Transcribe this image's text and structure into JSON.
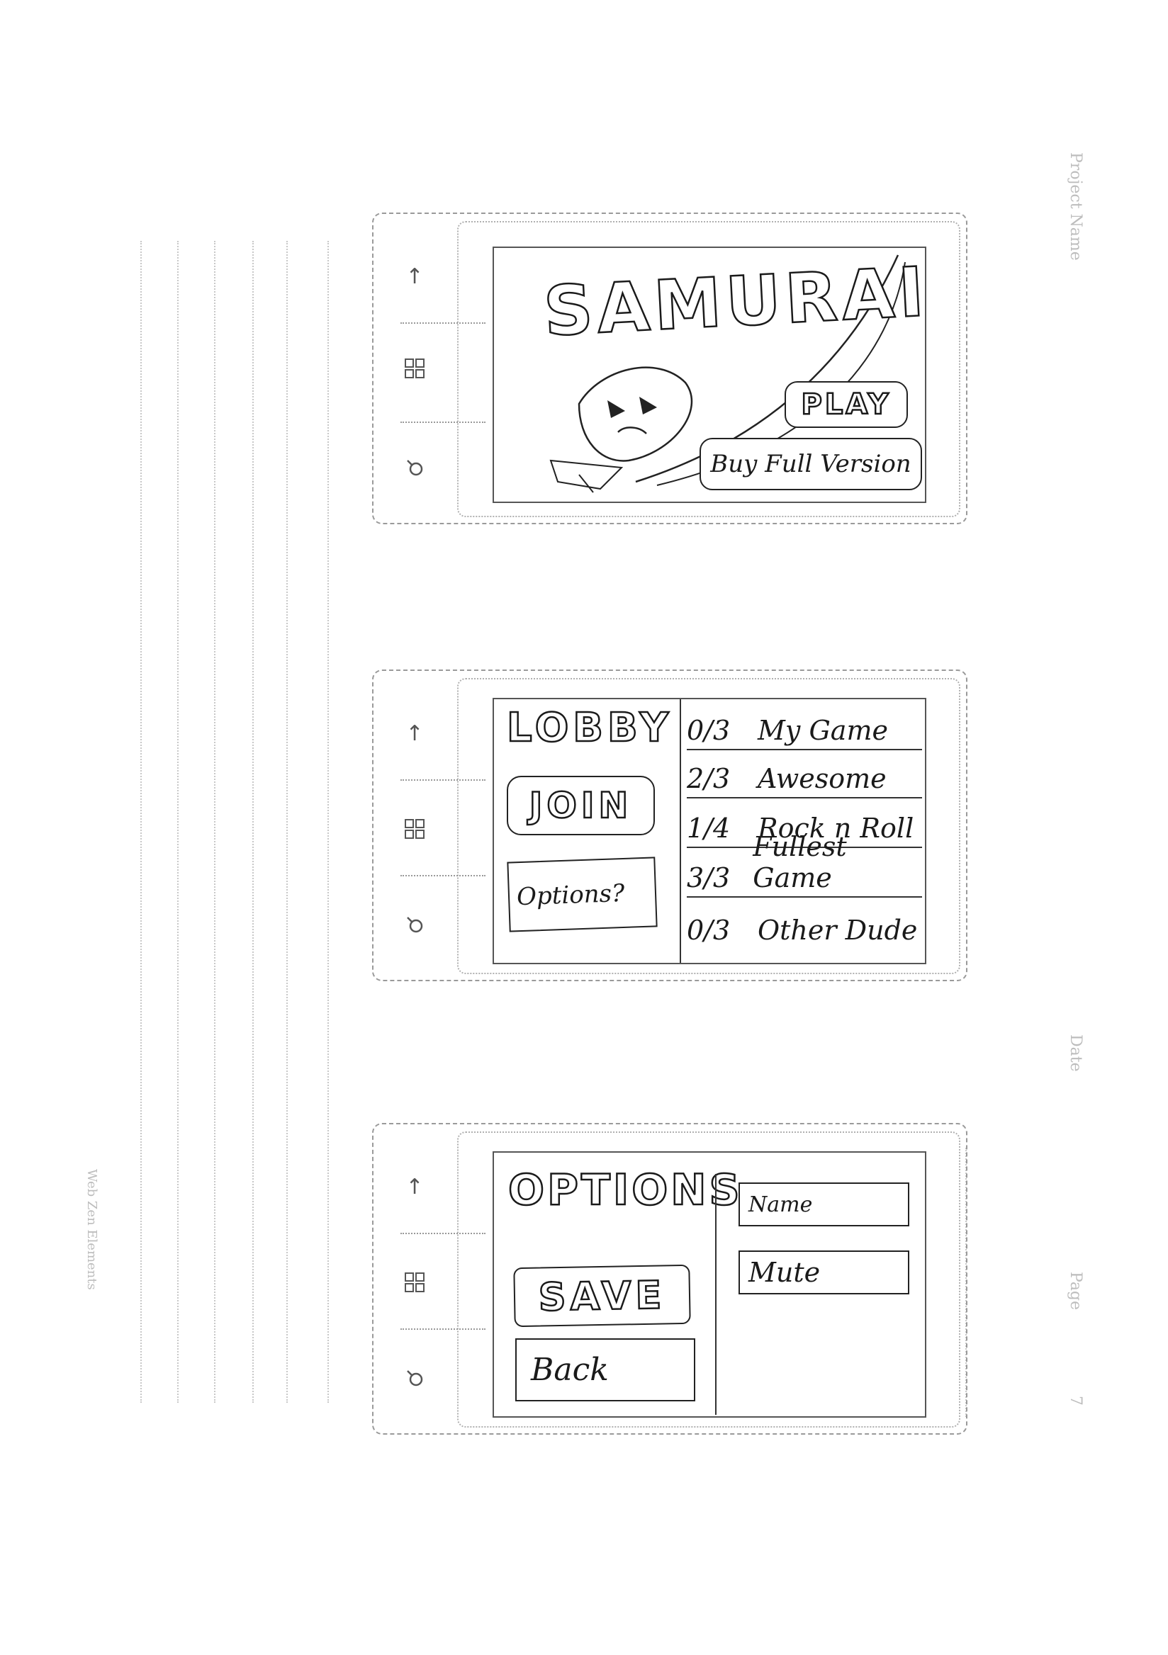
{
  "margin": {
    "project_name": "Project Name",
    "date": "Date",
    "page": "Page",
    "page_number": "7",
    "footer_left": "Web Zen Elements"
  },
  "title_screen": {
    "logo": "SAMURAI",
    "play_button": "PLAY",
    "buy_button": "Buy Full Version"
  },
  "lobby_screen": {
    "title": "LOBBY",
    "join_button": "JOIN",
    "options_button": "Options?",
    "games": [
      {
        "count": "0/3",
        "name": "My Game"
      },
      {
        "count": "2/3",
        "name": "Awesome"
      },
      {
        "count": "1/4",
        "name": "Rock n Roll"
      },
      {
        "count": "3/3",
        "name": "Fullest Game"
      },
      {
        "count": "0/3",
        "name": "Other Dude"
      }
    ]
  },
  "options_screen": {
    "title": "OPTIONS",
    "save_button": "SAVE",
    "back_button": "Back",
    "name_field": "Name",
    "mute_field": "Mute"
  },
  "icons": {
    "back": "up-arrow-icon",
    "menu": "grid-icon",
    "search": "search-icon"
  }
}
